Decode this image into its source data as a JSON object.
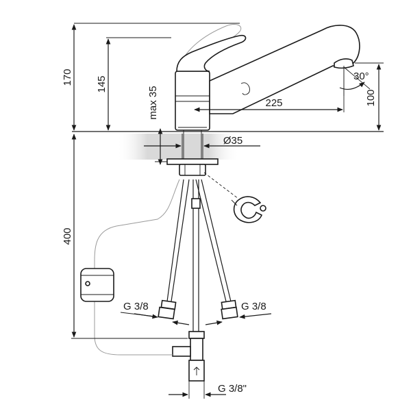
{
  "dimensions": {
    "total_height": "170",
    "lever_height": "145",
    "max_thickness": "max 35",
    "spout_reach": "225",
    "spout_height": "100",
    "spray_angle": "30°",
    "hole_diameter": "Ø35",
    "hose_length": "400",
    "left_hose_thread": "G 3/8",
    "right_hose_thread": "G 3/8",
    "inlet_thread": "G 3/8\""
  }
}
